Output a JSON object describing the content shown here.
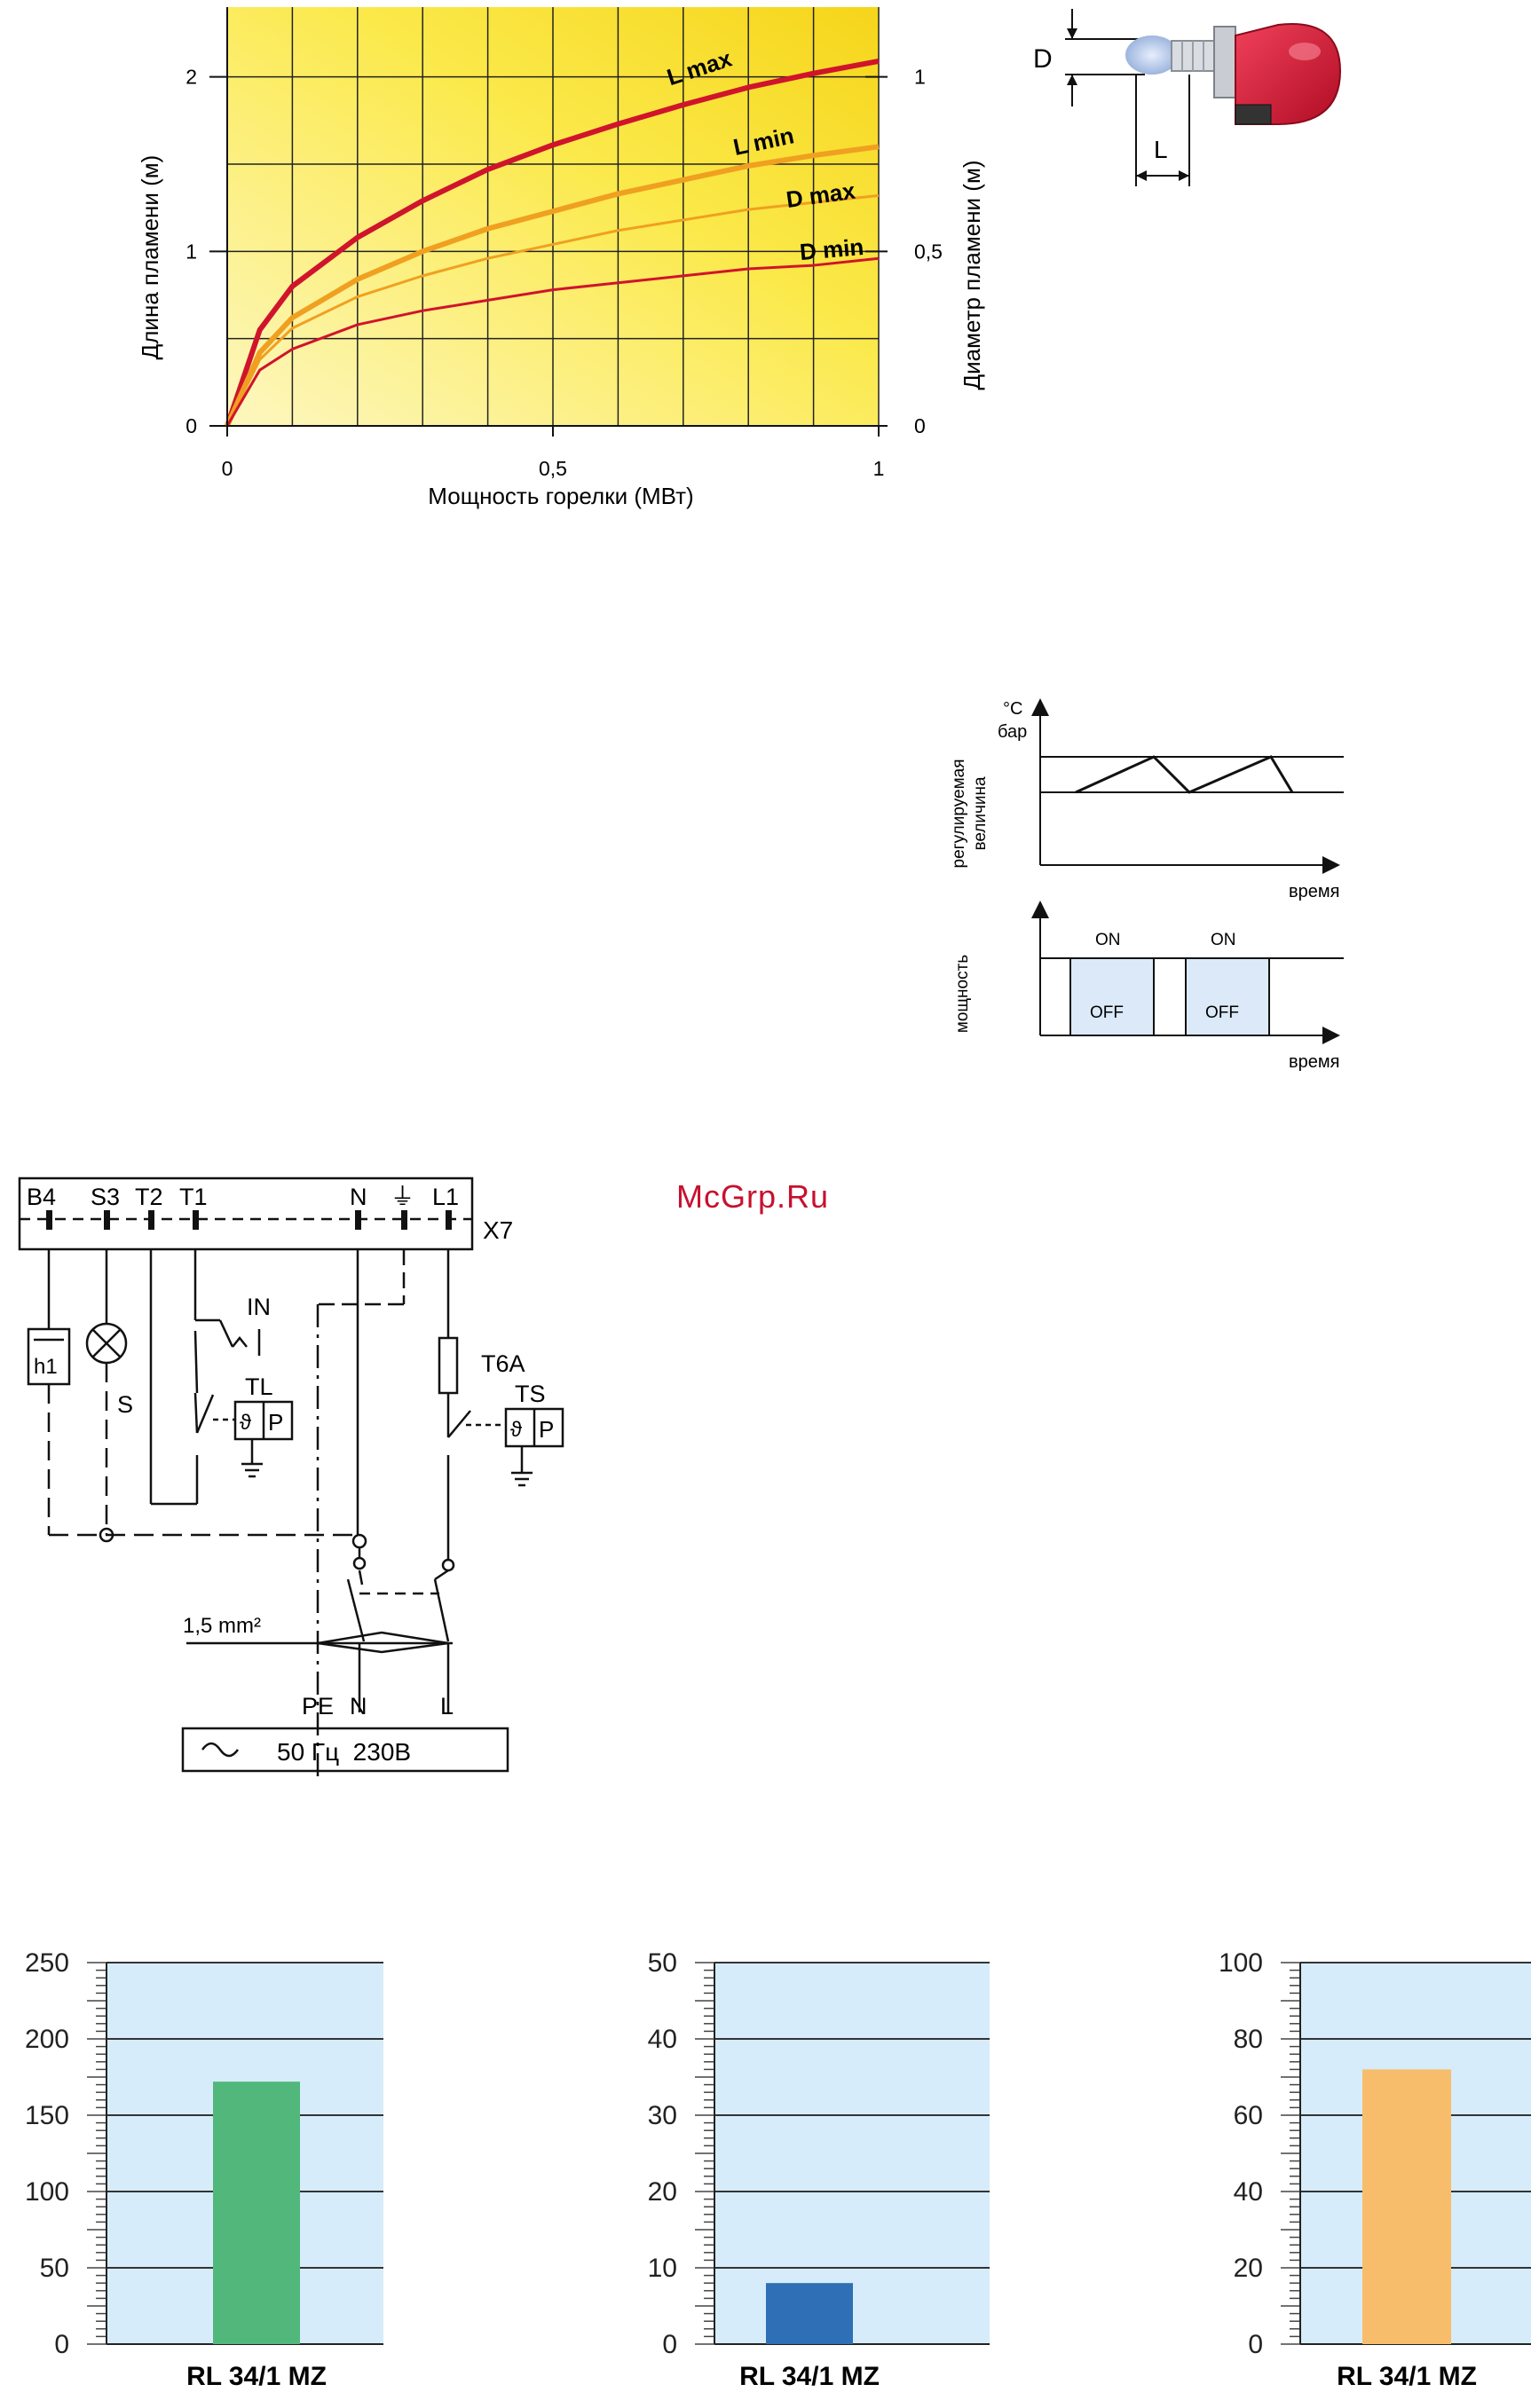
{
  "flame_chart": {
    "chart_data": {
      "type": "line",
      "xlabel": "Мощность горелки (МВт)",
      "ylabel_left": "Длина пламени (м)",
      "ylabel_right": "Диаметр пламени (м)",
      "xlim": [
        0,
        1
      ],
      "ylim_left": [
        0,
        2.4
      ],
      "ylim_right": [
        0,
        1.2
      ],
      "x_ticks": [
        "0",
        "0,5",
        "1"
      ],
      "y_left_ticks": [
        "0",
        "1",
        "2"
      ],
      "y_right_ticks": [
        "0",
        "0,5",
        "1"
      ],
      "grid": true,
      "series": [
        {
          "name": "L max",
          "color": "#d0142c",
          "axis": "left",
          "x": [
            0,
            0.05,
            0.1,
            0.2,
            0.3,
            0.4,
            0.5,
            0.6,
            0.7,
            0.8,
            0.9,
            1.0
          ],
          "y": [
            0,
            0.55,
            0.8,
            1.08,
            1.29,
            1.47,
            1.61,
            1.73,
            1.84,
            1.94,
            2.02,
            2.09
          ]
        },
        {
          "name": "L min",
          "color": "#f0a020",
          "axis": "left",
          "x": [
            0,
            0.05,
            0.1,
            0.2,
            0.3,
            0.4,
            0.5,
            0.6,
            0.7,
            0.8,
            0.9,
            1.0
          ],
          "y": [
            0,
            0.42,
            0.62,
            0.84,
            1.0,
            1.13,
            1.23,
            1.33,
            1.41,
            1.49,
            1.55,
            1.6
          ]
        },
        {
          "name": "D max",
          "color": "#f0a020",
          "axis": "right",
          "x": [
            0,
            0.05,
            0.1,
            0.2,
            0.3,
            0.4,
            0.5,
            0.6,
            0.7,
            0.8,
            0.9,
            1.0
          ],
          "y": [
            0,
            0.19,
            0.28,
            0.37,
            0.43,
            0.48,
            0.52,
            0.56,
            0.59,
            0.62,
            0.64,
            0.66
          ]
        },
        {
          "name": "D min",
          "color": "#d0142c",
          "axis": "right",
          "x": [
            0,
            0.05,
            0.1,
            0.2,
            0.3,
            0.4,
            0.5,
            0.6,
            0.7,
            0.8,
            0.9,
            1.0
          ],
          "y": [
            0,
            0.16,
            0.22,
            0.29,
            0.33,
            0.36,
            0.39,
            0.41,
            0.43,
            0.45,
            0.46,
            0.48
          ]
        }
      ]
    }
  },
  "burner_diagram": {
    "label_d": "D",
    "label_l": "L",
    "colors": {
      "body": "#d0142c",
      "flame": "#9fb6e0"
    }
  },
  "control_chart": {
    "top_unit": "°C бар",
    "top_unit_line1": "°C",
    "top_unit_line2": "бар",
    "top_ylabel_line1": "регулируемая",
    "top_ylabel_line2": "величина",
    "top_xlabel": "время",
    "bottom_ylabel": "мощность",
    "bottom_xlabel": "время",
    "on_label": "ON",
    "off_label": "OFF"
  },
  "wiring": {
    "terminals": [
      "B4",
      "S3",
      "T2",
      "T1",
      "N",
      "⏚",
      "L1"
    ],
    "block_label": "X7",
    "labels": {
      "in": "IN",
      "h1": "h1",
      "s": "S",
      "tl": "TL",
      "ts": "TS",
      "fuse": "T6A",
      "p": "P",
      "wire": "1,5 mm²",
      "pe": "PE",
      "n": "N",
      "l": "L"
    },
    "supply": "50 Гц  230В"
  },
  "watermark": "McGrp.Ru",
  "bar_charts": {
    "chart_data": [
      {
        "type": "bar",
        "categories": [
          "RL 34/1 MZ"
        ],
        "values": [
          172
        ],
        "ylim": [
          0,
          250
        ],
        "y_ticks": [
          "0",
          "50",
          "100",
          "150",
          "200",
          "250"
        ],
        "color": "#52b77a"
      },
      {
        "type": "bar",
        "categories": [
          "RL 34/1 MZ"
        ],
        "values": [
          8
        ],
        "ylim": [
          0,
          50
        ],
        "y_ticks": [
          "0",
          "10",
          "20",
          "30",
          "40",
          "50"
        ],
        "color": "#2f6fb5"
      },
      {
        "type": "bar",
        "categories": [
          "RL 34/1 MZ"
        ],
        "values": [
          72
        ],
        "ylim": [
          0,
          100
        ],
        "y_ticks": [
          "0",
          "20",
          "40",
          "60",
          "80",
          "100"
        ],
        "color": "#f7bd6a"
      }
    ]
  }
}
